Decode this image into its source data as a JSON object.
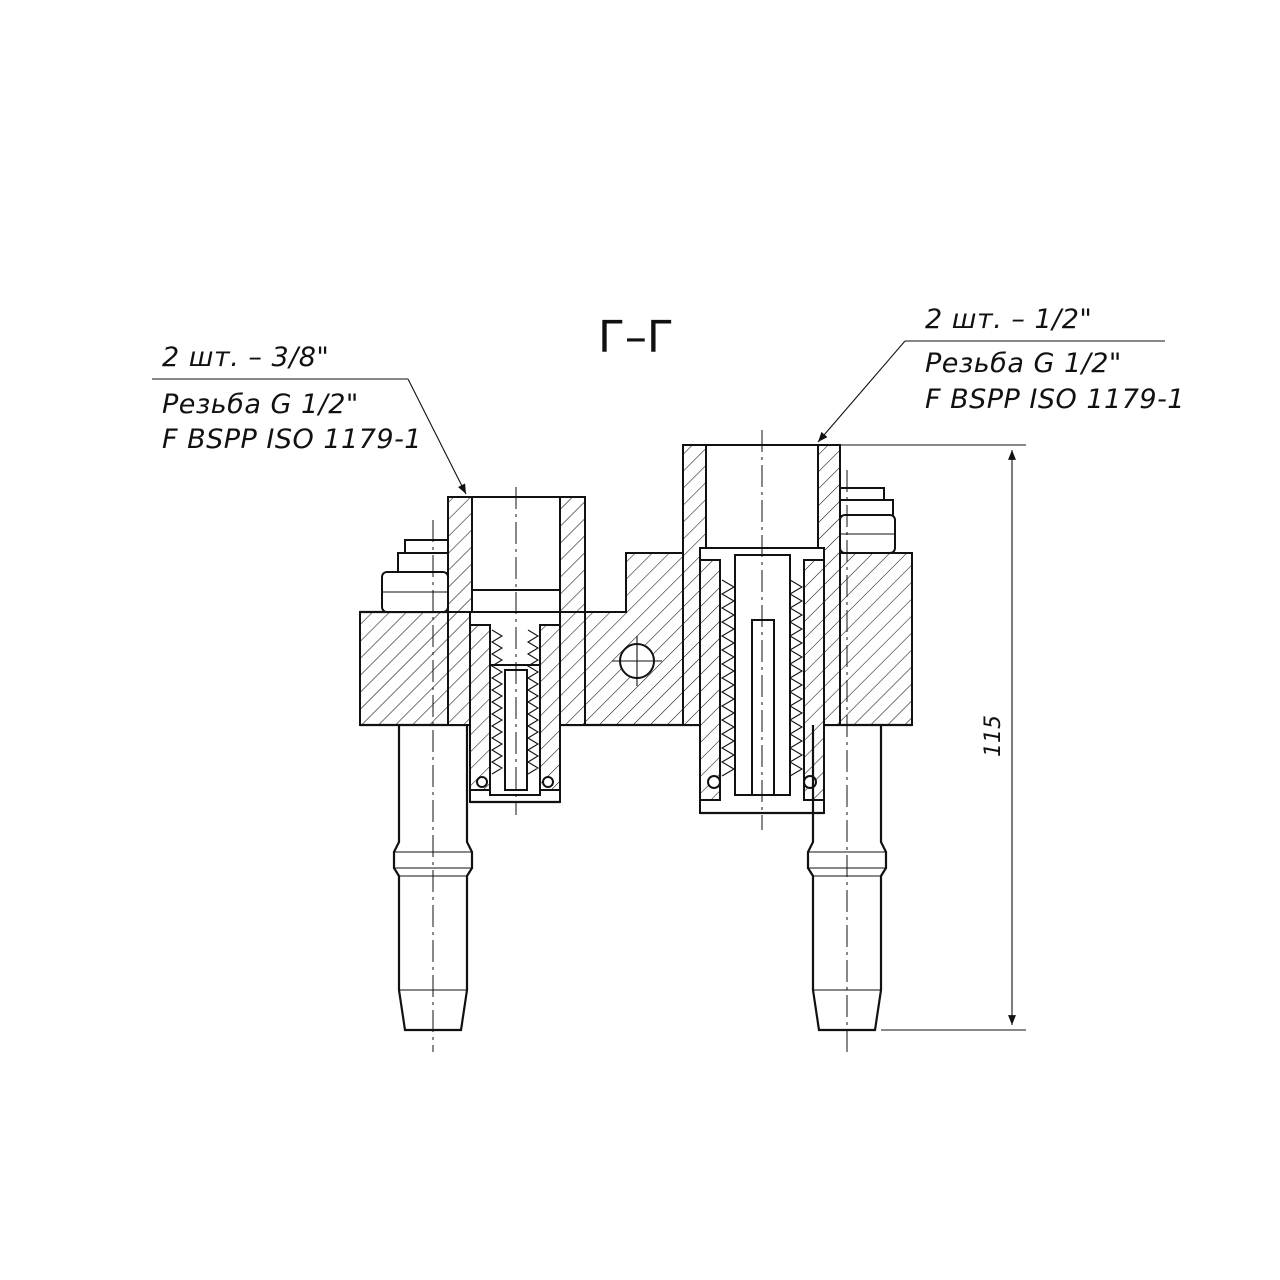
{
  "section_title": "Г–Г",
  "left_callout": {
    "quantity": "2 шт. – 3/8\"",
    "thread_line1": "Резьба G 1/2\"",
    "thread_line2": "F BSPP ISO 1179-1"
  },
  "right_callout": {
    "quantity": "2 шт. – 1/2\"",
    "thread_line1": "Резьба G 1/2\"",
    "thread_line2": "F BSPP ISO 1179-1"
  },
  "overall_height_dimension": "115"
}
